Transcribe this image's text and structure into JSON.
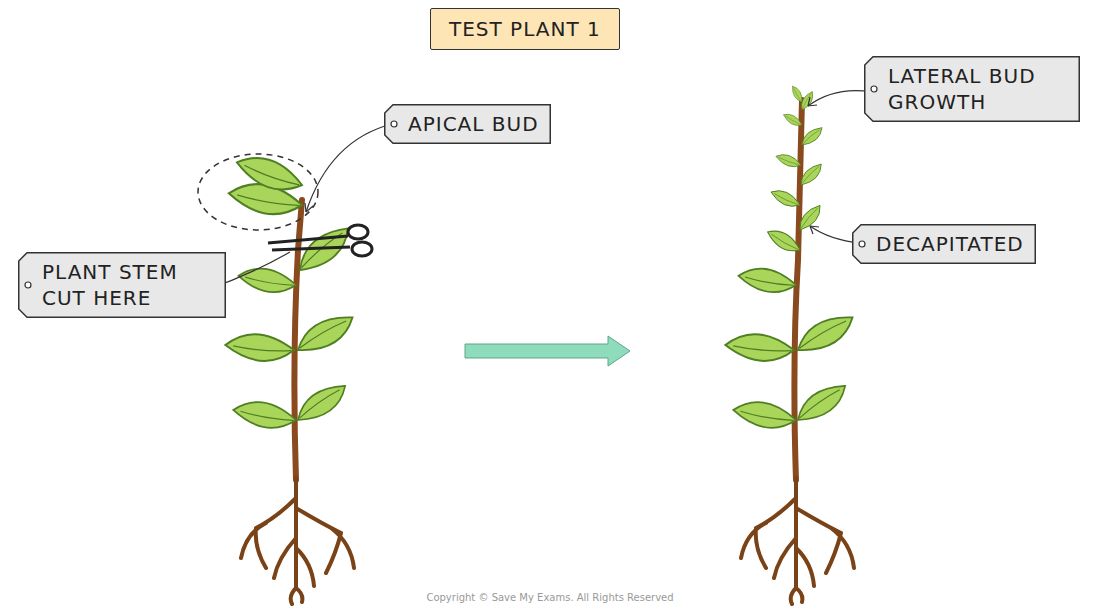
{
  "diagram": {
    "title": "TEST PLANT 1",
    "nodes": [
      {
        "text": [
          "APICAL BUD"
        ]
      },
      {
        "text": [
          "PLANT STEM CUT HERE"
        ]
      },
      {
        "text": [
          "LATERAL BUD GROWTH"
        ]
      },
      {
        "text": [
          "DECAPITATED"
        ]
      }
    ],
    "labels": [
      "Copyright © Save My Exams. All Rights Reserved"
    ]
  }
}
